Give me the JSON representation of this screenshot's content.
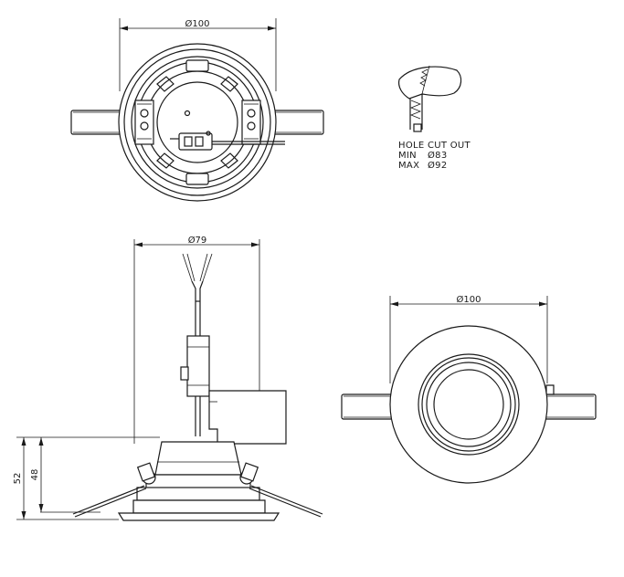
{
  "top_view": {
    "dim_diameter": "Ø100"
  },
  "hole_cutout": {
    "title": "HOLE CUT OUT",
    "min_label": "MIN",
    "min_value": "Ø83",
    "max_label": "MAX",
    "max_value": "Ø92"
  },
  "side_view": {
    "dim_diameter": "Ø79",
    "dim_height_outer": "52",
    "dim_height_inner": "48"
  },
  "front_view": {
    "dim_diameter": "Ø100"
  }
}
